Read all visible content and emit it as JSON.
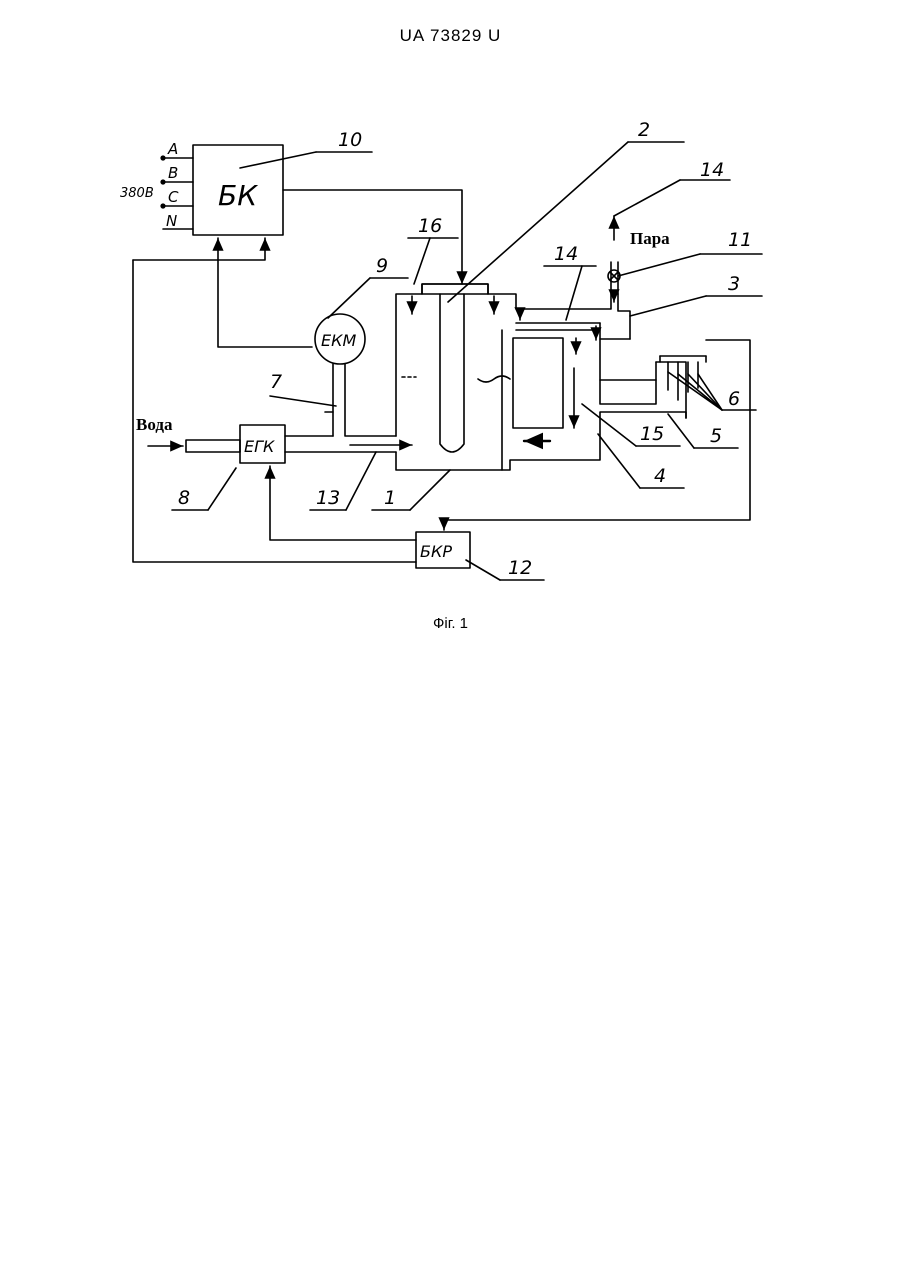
{
  "header": "UA   73829   U",
  "caption": "Фіг. 1",
  "labels": {
    "voltage": "380В",
    "phase_a": "A",
    "phase_b": "B",
    "phase_c": "C",
    "phase_n": "N",
    "bk": "БК",
    "ekm": "ЕКМ",
    "egk": "ЕГК",
    "bkr": "БКР",
    "water": "Вода",
    "steam": "Пара"
  },
  "callouts": {
    "n1": "1",
    "n2": "2",
    "n3": "3",
    "n4": "4",
    "n5": "5",
    "n6": "6",
    "n7": "7",
    "n8": "8",
    "n9": "9",
    "n10": "10",
    "n11": "11",
    "n12": "12",
    "n13": "13",
    "n14a": "14",
    "n14b": "14",
    "n15": "15",
    "n16": "16"
  }
}
